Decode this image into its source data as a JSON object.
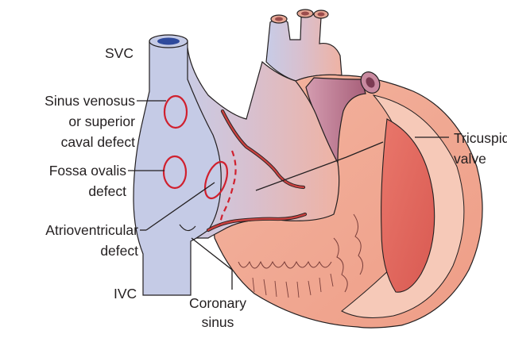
{
  "labels": {
    "svc": "SVC",
    "sinus_venosus": [
      "Sinus venosus",
      "or superior",
      "caval defect"
    ],
    "fossa_ovalis": [
      "Fossa ovalis",
      "defect"
    ],
    "atrioventricular": [
      "Atrioventricular",
      "defect"
    ],
    "ivc": "IVC",
    "coronary_sinus": [
      "Coronary",
      "sinus"
    ],
    "tricuspid_valve": [
      "Tricuspid",
      "valve"
    ]
  },
  "colors": {
    "venous_blue": "#c5cbe6",
    "atrium_pink": "#efb9ad",
    "ventricle_salmon": "#f0a48c",
    "myocardium_inner": "#f6c8b6",
    "cavity_red": "#e2685f",
    "aorta_mauve": "#b96f86",
    "defect_red": "#d0202e",
    "outline": "#231f20"
  }
}
